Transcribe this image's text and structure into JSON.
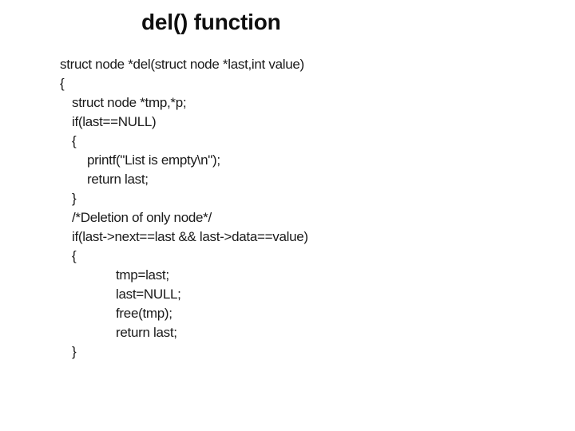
{
  "slide": {
    "title": "del() function",
    "background_color": "#ffffff",
    "title_color": "#0f0f0f",
    "code_color": "#1a1a1a"
  },
  "code": {
    "language": "c",
    "lines": [
      {
        "indent": 0,
        "text": "struct node *del(struct node *last,int value)"
      },
      {
        "indent": 0,
        "text": "{"
      },
      {
        "indent": 1,
        "text": "struct node *tmp,*p;"
      },
      {
        "indent": 1,
        "text": "if(last==NULL)"
      },
      {
        "indent": 1,
        "text": "{"
      },
      {
        "indent": 2,
        "text": "printf(\"List is empty\\n\");"
      },
      {
        "indent": 2,
        "text": "return last;"
      },
      {
        "indent": 1,
        "text": "}"
      },
      {
        "indent": 1,
        "text": "/*Deletion of only node*/"
      },
      {
        "indent": 1,
        "text": "if(last->next==last && last->data==value)"
      },
      {
        "indent": 1,
        "text": "{"
      },
      {
        "indent": 3,
        "text": "tmp=last;"
      },
      {
        "indent": 3,
        "text": "last=NULL;"
      },
      {
        "indent": 3,
        "text": "free(tmp);"
      },
      {
        "indent": 3,
        "text": "return last;"
      },
      {
        "indent": 1,
        "text": "}"
      }
    ]
  }
}
